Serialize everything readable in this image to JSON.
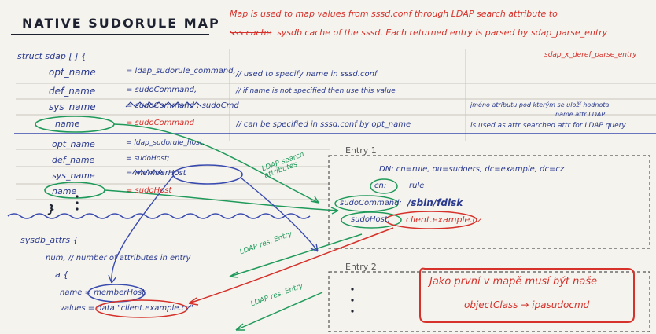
{
  "title": "NATIVE SUDORULE MAP",
  "note_top": {
    "line1": "Map is used to map values from sssd.conf through LDAP search attribute to",
    "line2_strike": "sss cache",
    "line2": "sysdb cache of the sssd. Each returned entry is parsed by sdap_parse_entry",
    "side": "sdap_x_deref_parse_entry"
  },
  "struct": {
    "header": "struct sdap [ ] {",
    "rows1": [
      {
        "left": "opt_name",
        "eq": "= ldap_sudorule_command,",
        "note": "// used to specify name in sssd.conf"
      },
      {
        "left": "def_name",
        "eq": "= sudoCommand,",
        "note": "// if name is not specified then use this value"
      },
      {
        "left": "sys_name",
        "eq": "= sudoCommand ; sudoCmd",
        "note": ""
      },
      {
        "left": "name",
        "eq": "= sudoCommand",
        "note": "// can be specified in sssd.conf by opt_name"
      }
    ],
    "rows2": [
      {
        "left": "opt_name",
        "eq": "= ldap_sudorule_host,"
      },
      {
        "left": "def_name",
        "eq": "= sudoHost;"
      },
      {
        "left": "sys_name",
        "eq": "= memberHost"
      },
      {
        "left": "name",
        "eq": "= sudoHost"
      }
    ],
    "close": "}"
  },
  "right_notes": {
    "czech1": "jméno atributu pod kterým se uloží hodnota",
    "czech2": "name attr    LDAP",
    "note3": "is used as attr searched attr for LDAP query"
  },
  "sysdb": {
    "header": "sysdb_attrs {",
    "num": "num, // number of attributes in entry",
    "a": "a {",
    "name": "name = memberHost",
    "values": "values = data \"client.example.cz\""
  },
  "entry1": {
    "title": "Entry 1",
    "dn": "DN:  cn=rule, ou=sudoers, dc=example, dc=cz",
    "cn_key": "cn:",
    "cn_val": "rule",
    "cmd_key": "sudoCommand:",
    "cmd_val": "/sbin/fdisk",
    "host_key": "sudoHost:",
    "host_val": "client.example.cz"
  },
  "entry2": {
    "title": "Entry 2"
  },
  "arrows": {
    "ldap_search": "LDAP search attributes",
    "ldap_res1": "LDAP res. Entry",
    "ldap_res2": "LDAP res. Entry"
  },
  "redbox": {
    "line1": "Jako první v mapě musí být naše",
    "line2": "objectClass → ipasudocmd"
  }
}
